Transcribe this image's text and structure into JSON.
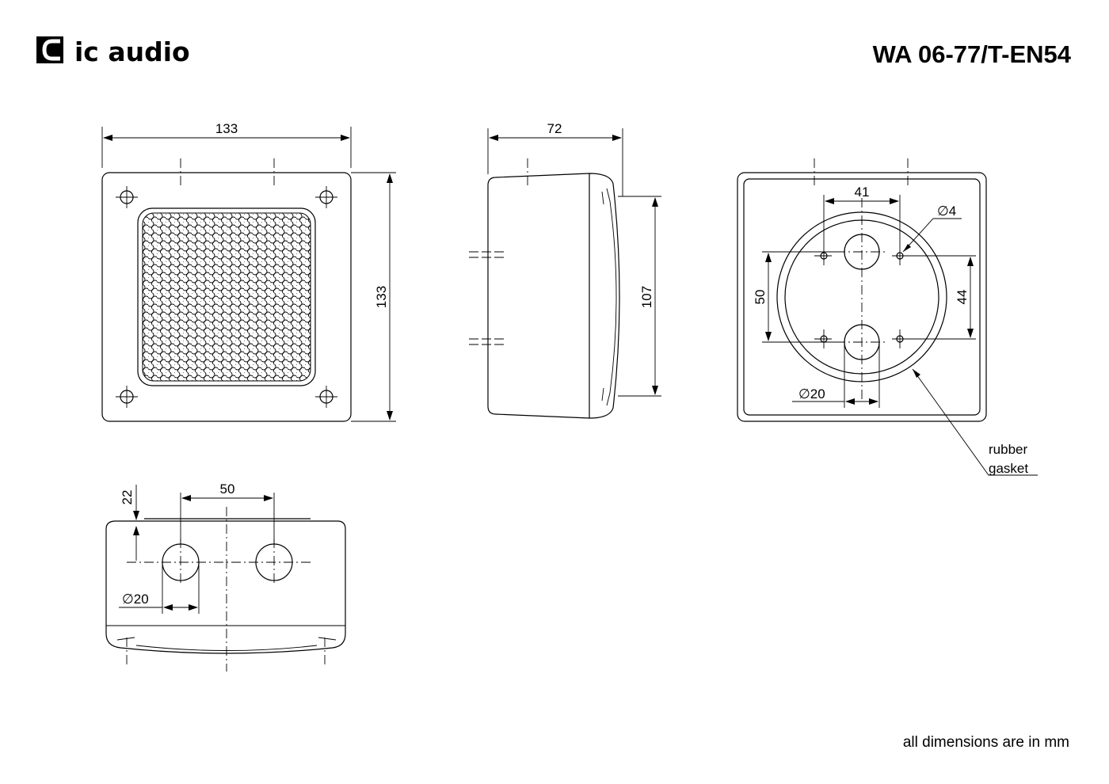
{
  "header": {
    "logo_text": "ic audio",
    "model_title": "WA 06-77/T-EN54"
  },
  "front_view": {
    "width_label": "133",
    "height_label": "133"
  },
  "side_view": {
    "depth_label": "72",
    "height_label": "107"
  },
  "back_view": {
    "hole_spacing_horizontal_label": "41",
    "screw_hole_label": "∅4",
    "hole_spacing_vertical_label": "50",
    "hole_spacing_vertical_right_label": "44",
    "cable_entry_label": "∅20",
    "gasket_label_line1": "rubber",
    "gasket_label_line2": "gasket"
  },
  "top_view": {
    "offset_label": "22",
    "spacing_label": "50",
    "cable_entry_label": "∅20"
  },
  "footer": {
    "units_note": "all dimensions are in mm"
  },
  "icons": [
    "logo-mark-icon"
  ]
}
